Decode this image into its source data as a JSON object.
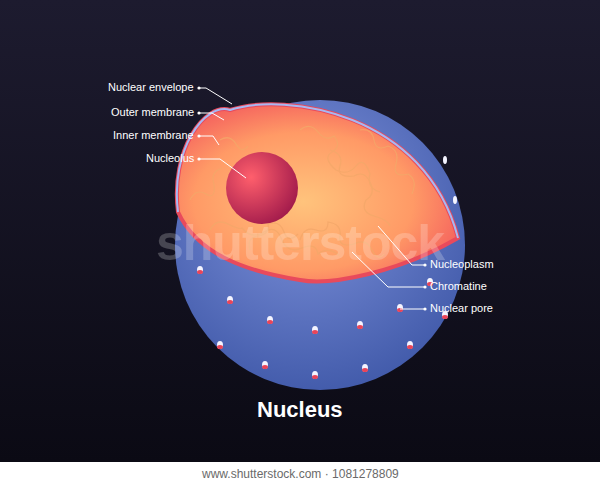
{
  "diagram": {
    "title": "Nucleus",
    "labels": [
      "Nuclear envelope",
      "Outer membrane",
      "Inner membrane",
      "Nucleolus",
      "Nucleoplasm",
      "Chromatine",
      "Nuclear pore",
      "shutterstock",
      "www.shutterstock.com · 1081278809"
    ]
  }
}
